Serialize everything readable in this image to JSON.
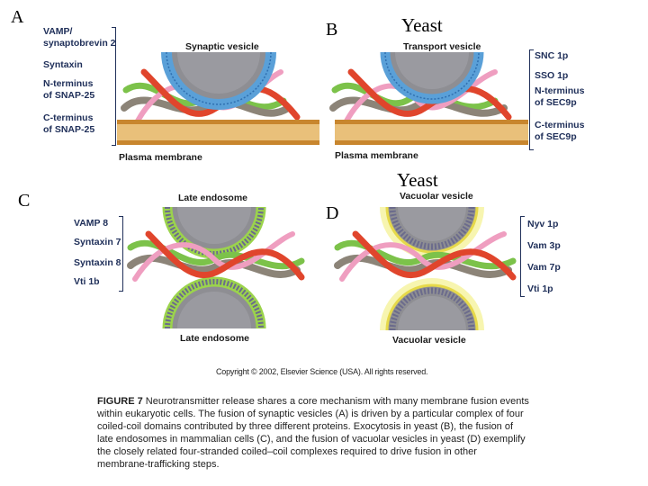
{
  "panels": {
    "a": {
      "letter": "A",
      "vesicle": "Synaptic vesicle",
      "membrane": "Plasma membrane",
      "labels": [
        "VAMP/\nsynaptobrevin 2",
        "Syntaxin",
        "N-terminus\nof SNAP-25",
        "C-terminus\nof SNAP-25"
      ]
    },
    "b": {
      "letter": "B",
      "heading": "Yeast",
      "vesicle": "Transport vesicle",
      "membrane": "Plasma membrane",
      "labels": [
        "SNC 1p",
        "SSO 1p",
        "N-terminus\nof SEC9p",
        "C-terminus\nof SEC9p"
      ]
    },
    "c": {
      "letter": "C",
      "vesicle_top": "Late endosome",
      "vesicle_bottom": "Late endosome",
      "labels": [
        "VAMP 8",
        "Syntaxin 7",
        "Syntaxin 8",
        "Vti 1b"
      ]
    },
    "d": {
      "letter": "D",
      "heading": "Yeast",
      "vesicle_top": "Vacuolar vesicle",
      "vesicle_bottom": "Vacuolar vesicle",
      "labels": [
        "Nyv 1p",
        "Vam 3p",
        "Vam 7p",
        "Vti 1p"
      ]
    }
  },
  "copyright": "Copyright © 2002, Elsevier Science (USA). All rights reserved.",
  "caption": {
    "figure": "FIGURE 7",
    "text": " Neurotransmitter release shares a core mechanism with many membrane fusion events within eukaryotic cells. The fusion of synaptic vesicles (A) is driven by a particular complex of four coiled-coil domains contributed by three different proteins. Exocytosis in yeast (B), the fusion of late endosomes in mammalian cells (C), and the fusion of vacuolar vesicles in yeast (D) exemplify the closely related four-stranded coiled–coil complexes required to drive fusion in other membrane-trafficking steps."
  },
  "colors": {
    "vesicle_fill": "#8e8e93",
    "bilayer_a": "#5aa0d8",
    "bilayer_c": "#9bd34c",
    "halo_d": "#f3f07a",
    "membrane": "#d8a04a",
    "coil_red": "#e0452c",
    "coil_pink": "#ef9ec0",
    "coil_green": "#7cc24a",
    "coil_gray": "#8c8478",
    "label_text": "#20305a"
  }
}
